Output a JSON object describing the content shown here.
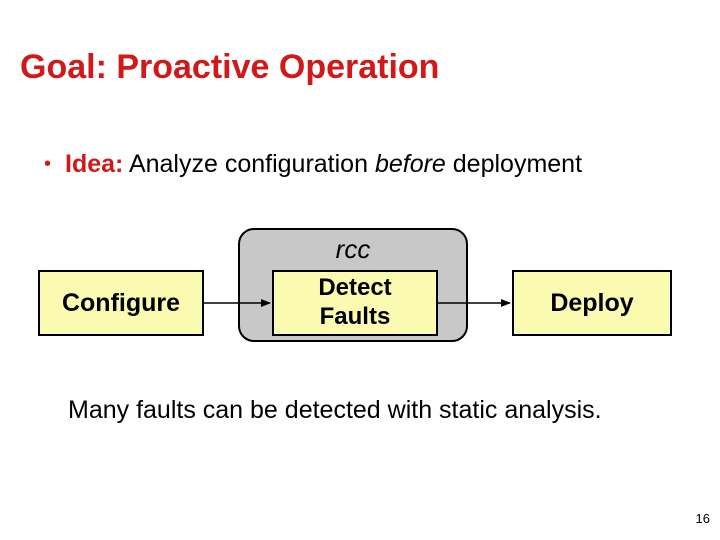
{
  "slide": {
    "title": "Goal: Proactive Operation",
    "bullet": {
      "label": "Idea:",
      "text_before": " Analyze configuration ",
      "emphasis": "before",
      "text_after": " deployment"
    },
    "diagram": {
      "container_label": "rcc",
      "boxes": {
        "configure": "Configure",
        "detect_line1": "Detect",
        "detect_line2": "Faults",
        "deploy": "Deploy"
      }
    },
    "caption": "Many faults can be detected with static analysis.",
    "page_number": "16"
  },
  "colors": {
    "title": "#d11919",
    "box_fill": "#fafab0",
    "container_fill": "#c8c8c8"
  }
}
